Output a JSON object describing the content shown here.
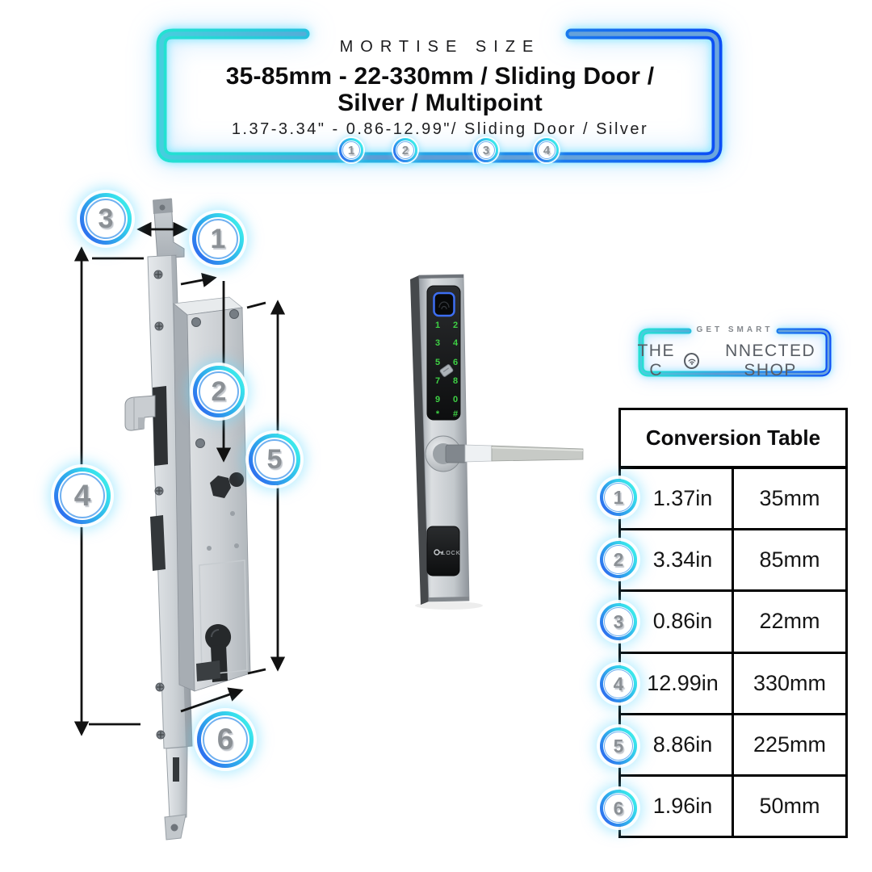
{
  "header": {
    "eyebrow": "MORTISE SIZE",
    "title_line1": "35-85mm - 22-330mm / Sliding Door /",
    "title_line2": "Silver / Multipoint",
    "subtitle": "1.37-3.34\" - 0.86-12.99\"/ Sliding Door / Silver",
    "step_circles": [
      "1",
      "2",
      "3",
      "4"
    ]
  },
  "brand": {
    "tagline": "GET SMART",
    "name_prefix": "THE C",
    "name_suffix": "NNECTED SHOP",
    "full_name": "THE CONNECTED SHOP"
  },
  "diagram": {
    "callouts": [
      "1",
      "2",
      "3",
      "4",
      "5",
      "6"
    ]
  },
  "smartlock": {
    "keypad_left": [
      "1",
      "3",
      "5",
      "7",
      "9",
      "*"
    ],
    "keypad_right": [
      "2",
      "4",
      "6",
      "8",
      "0",
      "#"
    ],
    "lock_label": "LOCK"
  },
  "conversion_table": {
    "title": "Conversion Table",
    "rows": [
      {
        "num": "1",
        "inches": "1.37in",
        "mm": "35mm"
      },
      {
        "num": "2",
        "inches": "3.34in",
        "mm": "85mm"
      },
      {
        "num": "3",
        "inches": "0.86in",
        "mm": "22mm"
      },
      {
        "num": "4",
        "inches": "12.99in",
        "mm": "330mm"
      },
      {
        "num": "5",
        "inches": "8.86in",
        "mm": "225mm"
      },
      {
        "num": "6",
        "inches": "1.96in",
        "mm": "50mm"
      }
    ]
  },
  "colors": {
    "cyan": "#2bdfd8",
    "blue": "#0b4ef5",
    "badge_number": "#8b9095",
    "keypad_green": "#3ed144",
    "table_border": "#000000"
  }
}
